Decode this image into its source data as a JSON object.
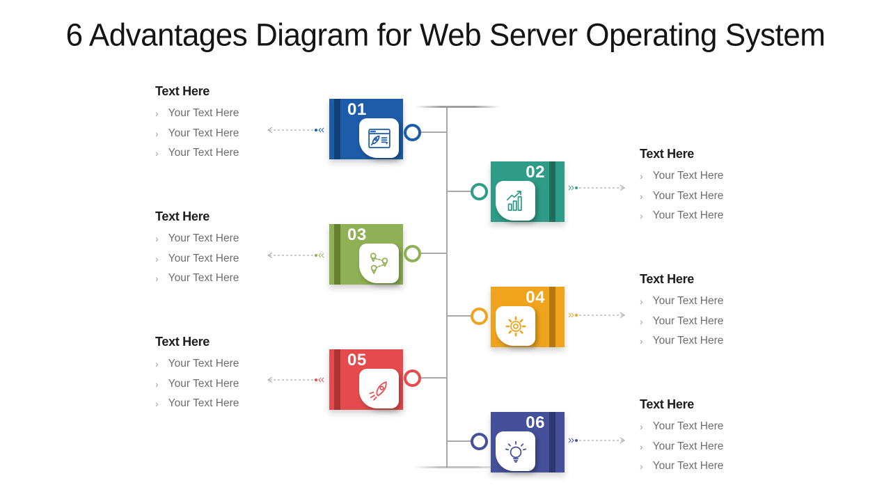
{
  "title": "6 Advantages Diagram for Web Server Operating System",
  "bullet_char": "›",
  "timeline": {
    "line_color": "#a8a8a8",
    "arrow_color": "#9a9a9a"
  },
  "steps": [
    {
      "number": "01",
      "side": "left",
      "color": "#1d5ca8",
      "spine_color": "#123f76",
      "icon": "rocket-launch-browser-icon",
      "heading": "Text Here",
      "items": [
        "Your Text Here",
        "Your Text Here",
        "Your Text Here"
      ]
    },
    {
      "number": "02",
      "side": "right",
      "color": "#2f9c87",
      "spine_color": "#1e6c5b",
      "icon": "growth-chart-icon",
      "heading": "Text Here",
      "items": [
        "Your Text Here",
        "Your Text Here",
        "Your Text Here"
      ]
    },
    {
      "number": "03",
      "side": "left",
      "color": "#8fb054",
      "spine_color": "#657f33",
      "icon": "route-map-pins-icon",
      "heading": "Text Here",
      "items": [
        "Your Text Here",
        "Your Text Here",
        "Your Text Here"
      ]
    },
    {
      "number": "04",
      "side": "right",
      "color": "#f0a41d",
      "spine_color": "#b3790f",
      "icon": "gear-icon",
      "heading": "Text Here",
      "items": [
        "Your Text Here",
        "Your Text Here",
        "Your Text Here"
      ]
    },
    {
      "number": "05",
      "side": "left",
      "color": "#e54b4d",
      "spine_color": "#a93335",
      "icon": "rocket-icon",
      "heading": "Text Here",
      "items": [
        "Your Text Here",
        "Your Text Here",
        "Your Text Here"
      ]
    },
    {
      "number": "06",
      "side": "right",
      "color": "#44519a",
      "spine_color": "#2d386f",
      "icon": "lightbulb-icon",
      "heading": "Text Here",
      "items": [
        "Your Text Here",
        "Your Text Here",
        "Your Text Here"
      ]
    }
  ]
}
